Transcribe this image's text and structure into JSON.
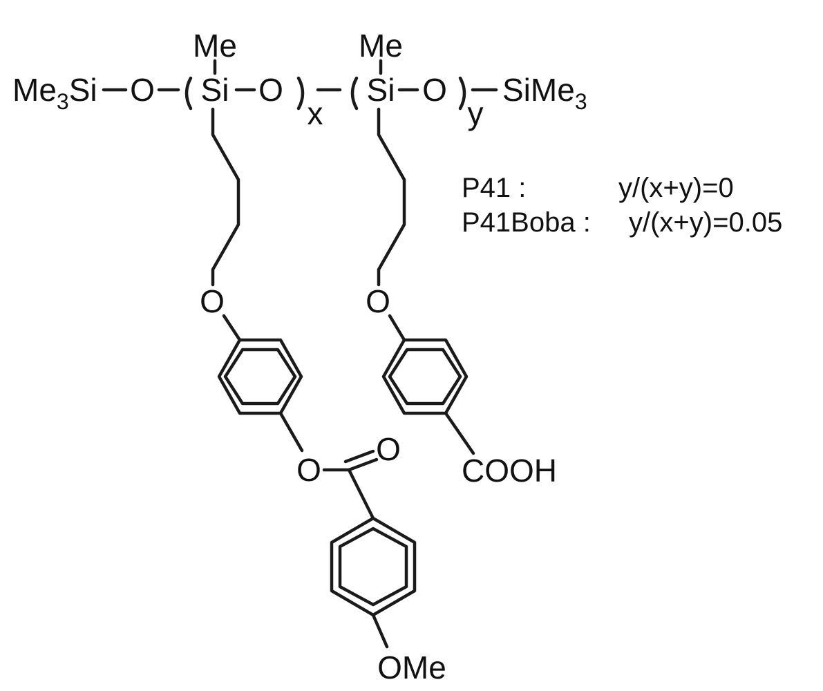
{
  "structure": {
    "end_left": {
      "base": "Me",
      "sub": "3",
      "tail": "Si"
    },
    "o_left": "O",
    "unit_x": {
      "methyl": "Me",
      "si": "Si",
      "o": "O",
      "index": "x"
    },
    "unit_y": {
      "methyl": "Me",
      "si": "Si",
      "o": "O",
      "index": "y"
    },
    "end_right": {
      "base": "SiMe",
      "sub": "3"
    },
    "side_x": {
      "ether_o": "O",
      "ester_o": "O",
      "carbonyl_o": "O",
      "terminal": "OMe"
    },
    "side_y": {
      "ether_o": "O",
      "terminal": "COOH"
    }
  },
  "conditions": [
    {
      "name": "P41 :",
      "value": "y/(x+y)=0"
    },
    {
      "name": "P41Boba :",
      "value": "y/(x+y)=0.05"
    }
  ]
}
